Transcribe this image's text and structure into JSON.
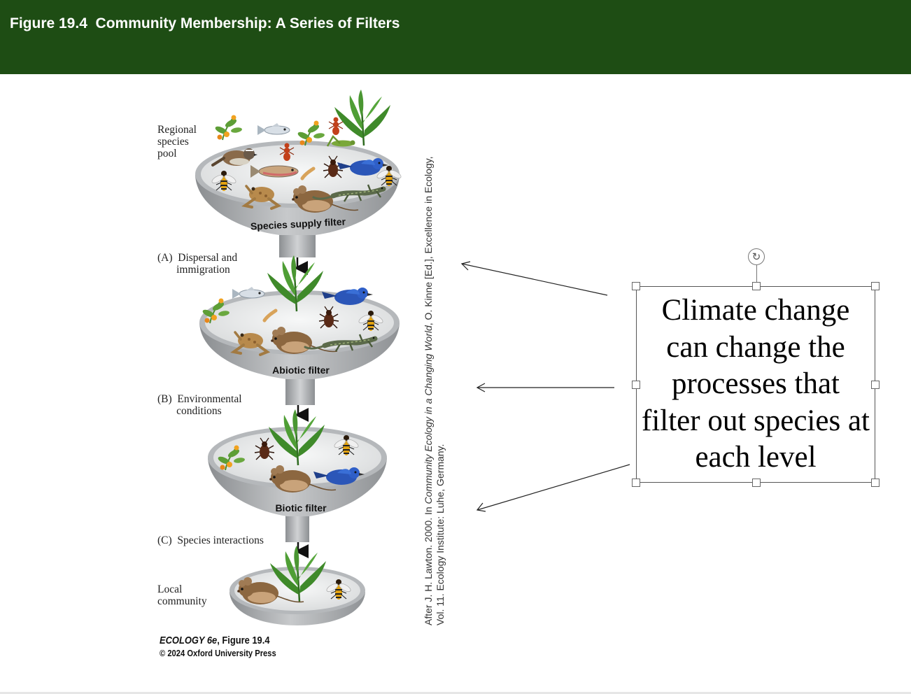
{
  "header": {
    "title": "Figure 19.4  Community Membership: A Series of Filters"
  },
  "figure": {
    "funnels": [
      {
        "filter_label": "Species supply filter"
      },
      {
        "filter_label": "Abiotic filter"
      },
      {
        "filter_label": "Biotic filter"
      },
      {
        "filter_label": ""
      }
    ],
    "stage_labels": {
      "regional_pool": "Regional\nspecies\npool",
      "dispersal": "(A)  Dispersal and\n       immigration",
      "environmental": "(B)  Environmental\n       conditions",
      "interactions": "(C)  Species interactions",
      "local_community": "Local\ncommunity"
    },
    "caption_line1": "ECOLOGY 6e, Figure 19.4",
    "caption_line2": "© 2024 Oxford University Press",
    "source_line1": "After J. H. Lawton. 2000. In Community Ecology in a Changing World, O. Kinne [Ed.], Excellence in Ecology,",
    "source_line2": "Vol. 11. Ecology Institute: Luhe, Germany."
  },
  "textbox": {
    "text": "Climate change can change the processes that filter out species at each level"
  },
  "icons": {
    "rotate_handle": "rotate-icon",
    "organisms": [
      "plant-icon",
      "fish-icon",
      "bird-icon",
      "insect-icon",
      "fern-icon",
      "frog-icon",
      "mouse-icon",
      "lizard-icon",
      "beetle-icon",
      "wasp-icon",
      "grasshopper-icon",
      "larva-icon"
    ]
  },
  "colors": {
    "header_bg": "#1e4d14",
    "header_text": "#ffffff",
    "funnel_gray": "#a9acaf",
    "fern_green": "#3f8a2a",
    "bird_blue": "#2b56b8"
  }
}
